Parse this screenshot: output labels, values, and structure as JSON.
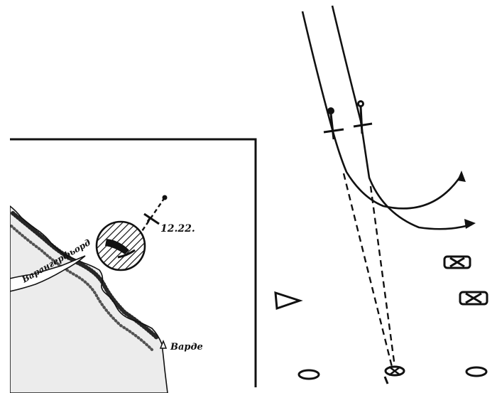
{
  "labels": {
    "time": "12.22.",
    "town": "Варде",
    "fjord": "Варангерфьорд"
  },
  "colors": {
    "ink": "#111111",
    "paper": "#ffffff"
  },
  "icons": [
    "aircraft-icon",
    "triangle-icon",
    "crossed-box-icon",
    "oval-icon",
    "arrowhead-icon"
  ]
}
